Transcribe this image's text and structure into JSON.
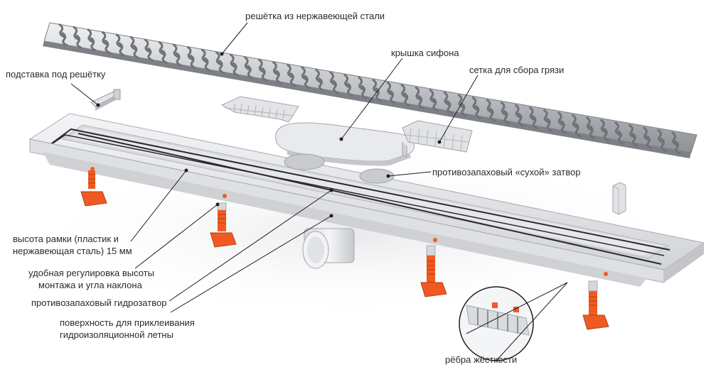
{
  "labels": {
    "grate": "решётка из нержавеющей стали",
    "grate_stand": "подставка под решётку",
    "siphon_cover": "крышка сифона",
    "dirt_mesh": "сетка для сбора грязи",
    "dry_seal": "противозапаховый «сухой» затвор",
    "frame_height_1": "высота рамки (пластик и",
    "frame_height_2": "нержавеющая сталь) 15 мм",
    "height_adjust_1": "удобная регулировка высоты",
    "height_adjust_2": "монтажа и угла наклона",
    "water_seal": "противозапаховый гидрозатвор",
    "adhesion_surface_1": "поверхность для приклеивания",
    "adhesion_surface_2": "гидроизоляционной летны",
    "ribs": "рёбра жёсткости"
  },
  "colors": {
    "steel_light": "#dcdde0",
    "steel_dark": "#8a8d92",
    "plastic": "#e6e7ea",
    "plastic_shadow": "#c9cbcf",
    "foot_orange": "#f05a22",
    "line": "#1e1e1e",
    "text": "#2b2b2b"
  }
}
